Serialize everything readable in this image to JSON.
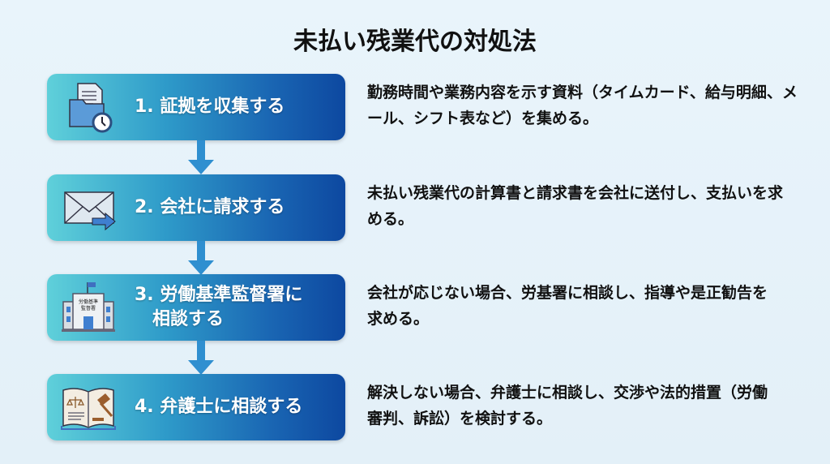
{
  "title": "未払い残業代の対処法",
  "steps": [
    {
      "label": "1. 証拠を収集する",
      "icon": "folder-document-clock-icon",
      "description": "勤務時間や業務内容を示す資料（タイムカード、給与明細、メール、シフト表など）を集める。"
    },
    {
      "label": "2. 会社に請求する",
      "icon": "envelope-send-icon",
      "description": "未払い残業代の計算書と請求書を会社に送付し、支払いを求める。"
    },
    {
      "label_line1": "3. 労働基準監督署に",
      "label_line2": "相談する",
      "icon": "government-building-icon",
      "building_sign": "労働基準監督署",
      "description": "会社が応じない場合、労基署に相談し、指導や是正勧告を求める。"
    },
    {
      "label": "4. 弁護士に相談する",
      "icon": "law-book-gavel-icon",
      "description": "解決しない場合、弁護士に相談し、交渉や法的措置（労働審判、訴訟）を検討する。"
    }
  ]
}
